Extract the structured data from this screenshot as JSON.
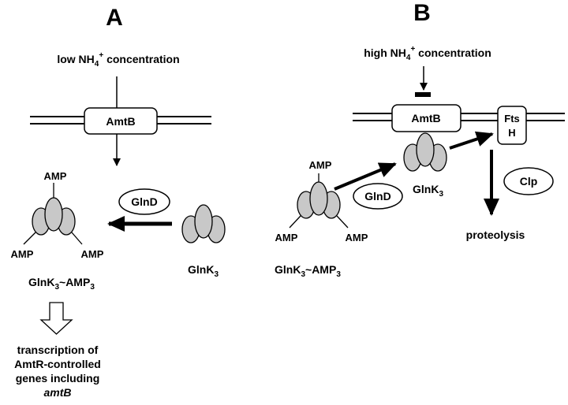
{
  "panel_a": {
    "letter": "A",
    "condition": "low NH",
    "condition_sub": "4",
    "condition_sup": "+",
    "condition_rest": " concentration",
    "transporter": "AmtB",
    "enzyme": "GlnD",
    "substrate": "GlnK",
    "substrate_sub": "3",
    "amp1": "AMP",
    "amp2": "AMP",
    "amp3": "AMP",
    "product_a": "GlnK",
    "product_sub1": "3",
    "product_mid": "~AMP",
    "product_sub2": "3",
    "outcome_line1": "transcription of",
    "outcome_line2": "AmtR-controlled",
    "outcome_line3": "genes including",
    "outcome_line4": "amtB"
  },
  "panel_b": {
    "letter": "B",
    "condition": "high NH",
    "condition_sub": "4",
    "condition_sup": "+",
    "condition_rest": " concentration",
    "transporter": "AmtB",
    "protease_line1": "Fts",
    "protease_line2": "H",
    "enzyme": "GlnD",
    "bound": "GlnK",
    "bound_sub": "3",
    "amp1": "AMP",
    "amp2": "AMP",
    "amp3": "AMP",
    "product_a": "GlnK",
    "product_sub1": "3",
    "product_mid": "~AMP",
    "product_sub2": "3",
    "clp": "Clp",
    "outcome": "proteolysis"
  }
}
